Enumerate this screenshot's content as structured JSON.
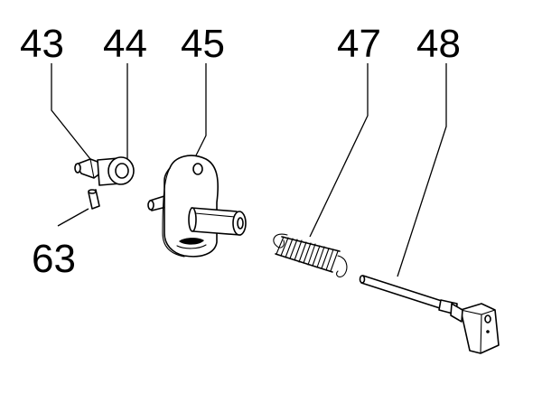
{
  "diagram": {
    "labels": {
      "p43": "43",
      "p44": "44",
      "p45": "45",
      "p47": "47",
      "p48": "48",
      "p63": "63"
    },
    "colors": {
      "ink": "#000000",
      "background": "#ffffff"
    }
  }
}
